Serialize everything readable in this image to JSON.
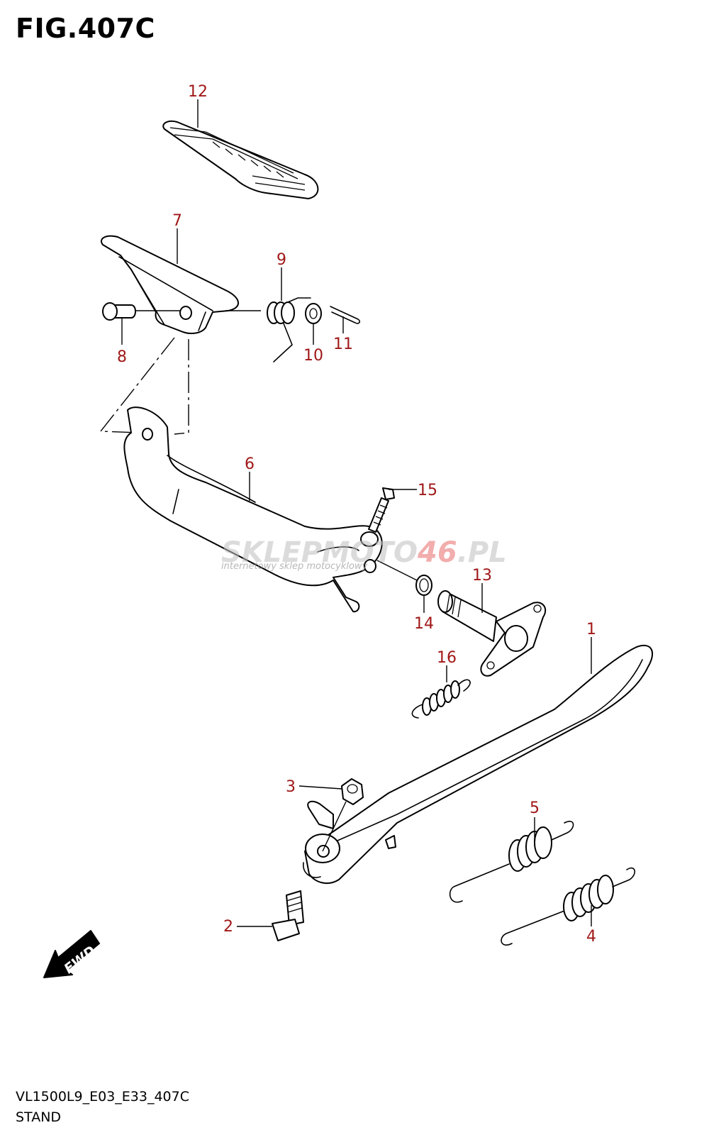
{
  "figure": {
    "title": "FIG.407C",
    "code": "VL1500L9_E03_E33_407C",
    "name": "STAND"
  },
  "callouts": [
    "12",
    "7",
    "9",
    "8",
    "10",
    "11",
    "6",
    "15",
    "13",
    "14",
    "16",
    "1",
    "3",
    "5",
    "2",
    "4"
  ],
  "fwd_label": "FWD",
  "watermark": {
    "brand_part1": "SKLEPMOTO",
    "brand_part2": "46",
    "brand_part3": ".PL",
    "tagline": "internetowy sklep motocyklowy"
  },
  "colors": {
    "callout": "#a01818",
    "outline": "#000000",
    "background": "#ffffff"
  }
}
